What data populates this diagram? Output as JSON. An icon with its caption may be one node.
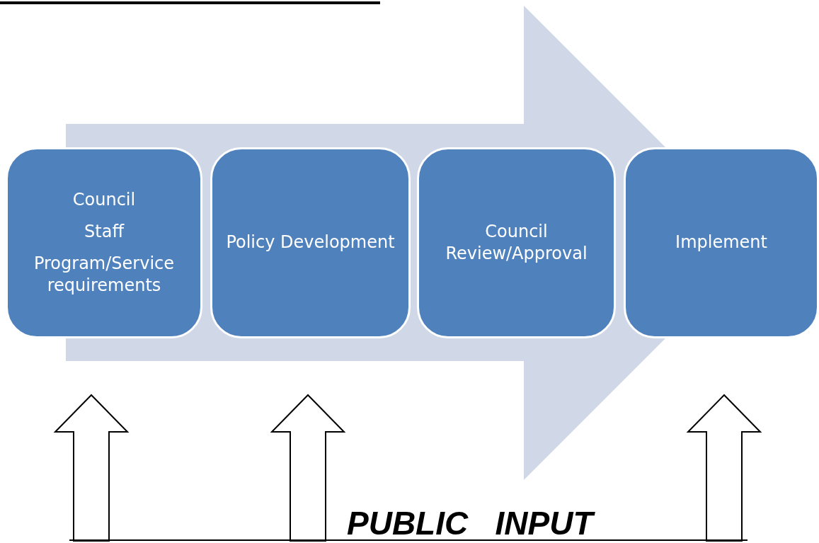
{
  "diagram": {
    "nodes": [
      {
        "text": [
          "Council",
          "Staff",
          "Program/Service requirements"
        ]
      },
      {
        "text": [
          "Policy Development"
        ]
      },
      {
        "text": [
          "Council Review/Approval"
        ]
      },
      {
        "text": [
          "Implement"
        ]
      },
      {
        "text": [
          "PUBLIC   INPUT"
        ]
      }
    ],
    "edges": [
      {
        "from": 0,
        "to": 1,
        "arrow": "to"
      },
      {
        "from": 1,
        "to": 2,
        "arrow": "to"
      },
      {
        "from": 2,
        "to": 3,
        "arrow": "to"
      },
      {
        "from": 4,
        "to": 0,
        "arrow": "to"
      },
      {
        "from": 4,
        "to": 1,
        "arrow": "to"
      },
      {
        "from": 4,
        "to": 3,
        "arrow": "to"
      }
    ]
  }
}
